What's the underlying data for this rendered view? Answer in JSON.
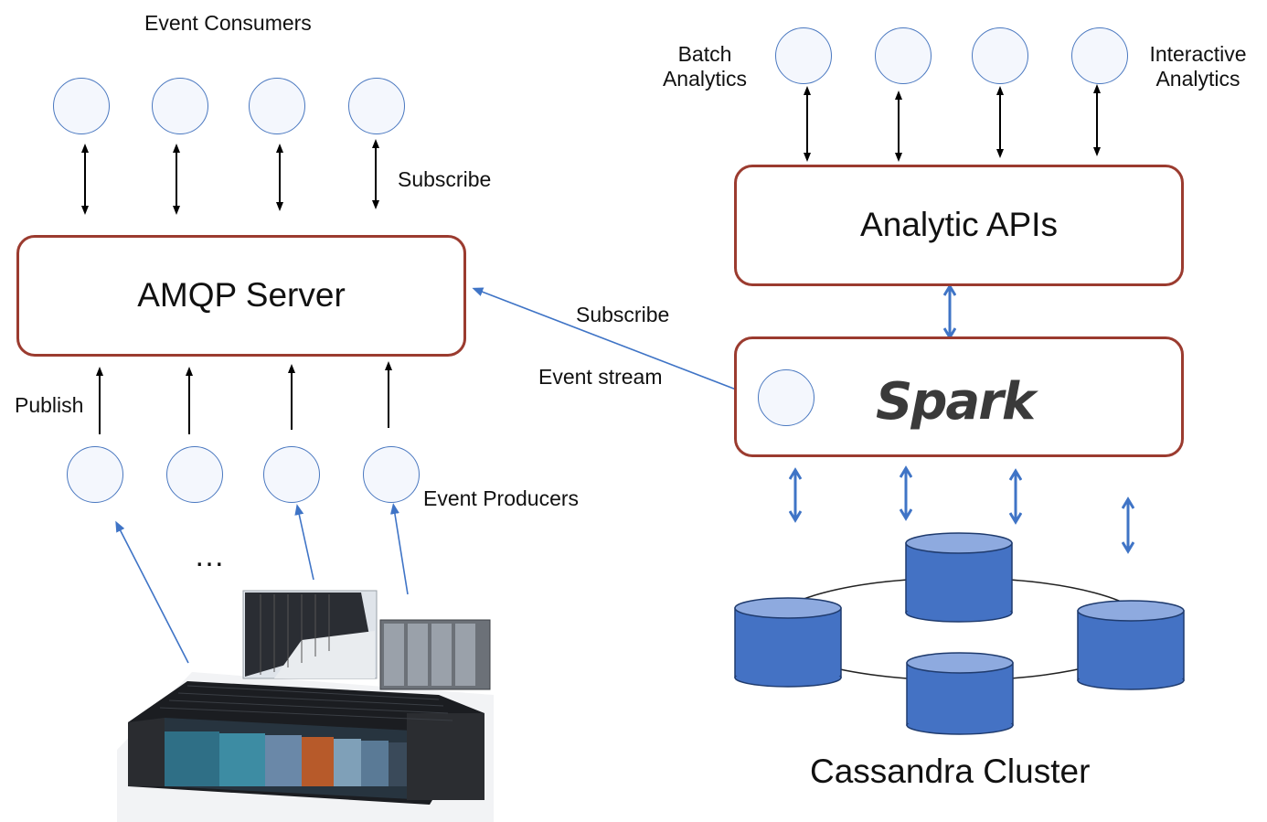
{
  "left": {
    "consumers_label": "Event Consumers",
    "subscribe_label": "Subscribe",
    "server_label": "AMQP Server",
    "publish_label": "Publish",
    "producers_label": "Event Producers",
    "ellipsis": "…"
  },
  "middle": {
    "subscribe_label": "Subscribe",
    "stream_label": "Event stream"
  },
  "right": {
    "batch_label_line1": "Batch",
    "batch_label_line2": "Analytics",
    "interactive_label_line1": "Interactive",
    "interactive_label_line2": "Analytics",
    "apis_label": "Analytic APIs",
    "spark_label": "Spark",
    "cluster_label": "Cassandra Cluster"
  },
  "colors": {
    "box_border": "#9b3b2f",
    "node_border": "#4a78c0",
    "blue_arrow": "#3f74c6",
    "cylinder_fill": "#4472c4",
    "cylinder_top": "#8eaadf",
    "spark_star": "#e67a2e"
  }
}
